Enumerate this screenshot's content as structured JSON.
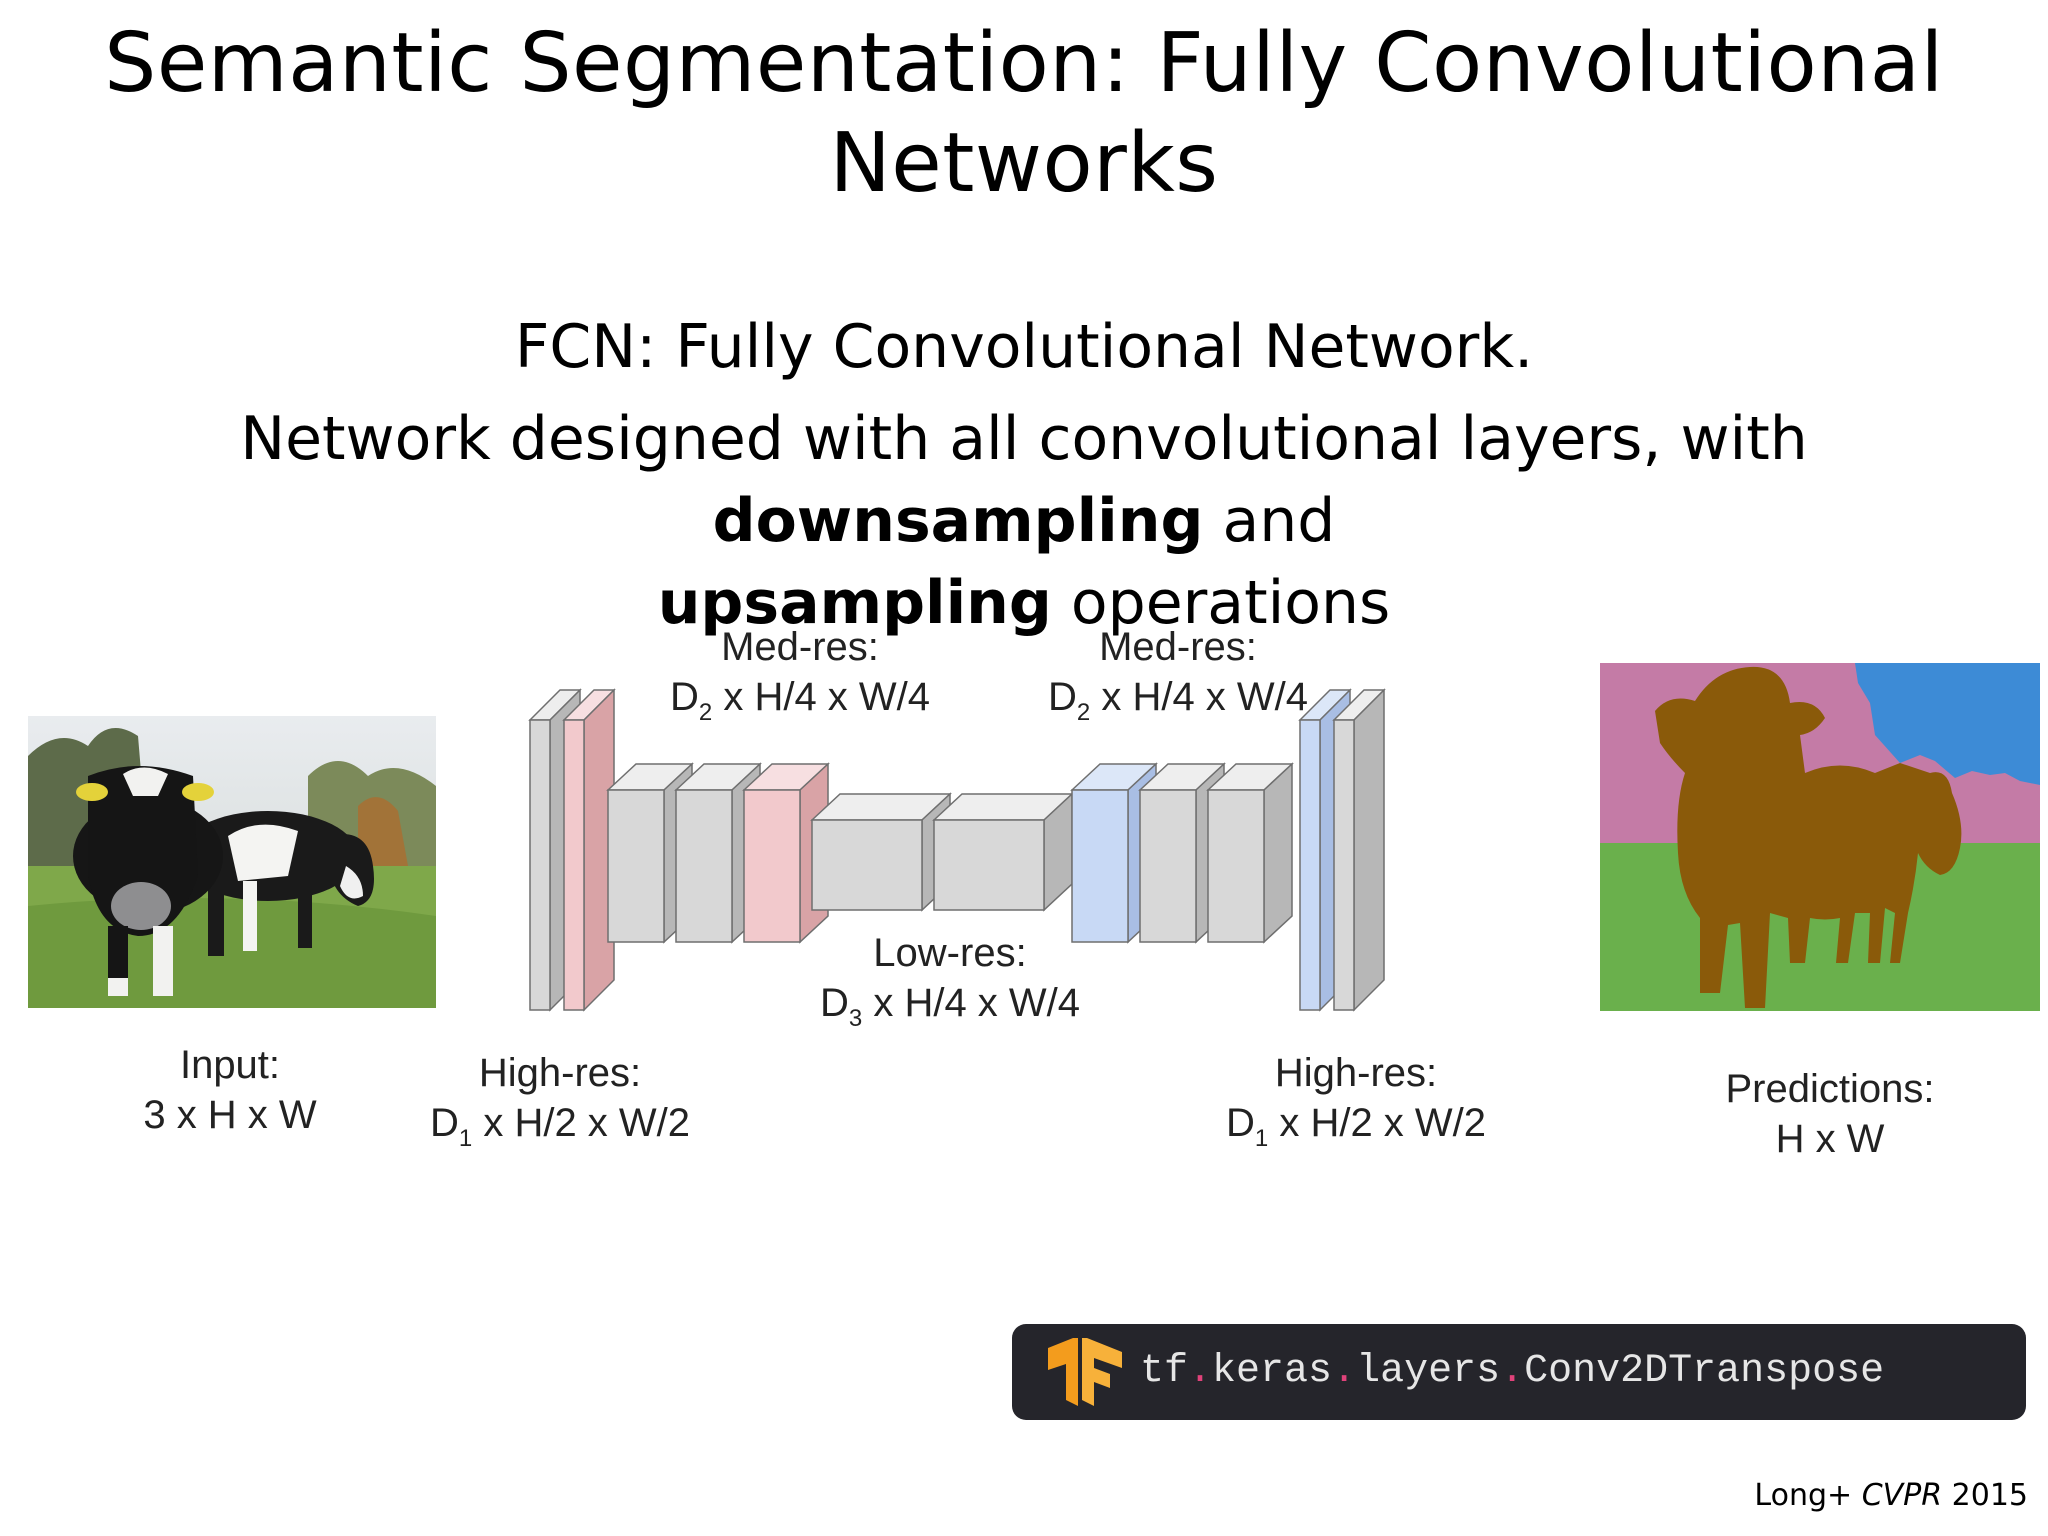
{
  "title": "Semantic Segmentation: Fully Convolutional Networks",
  "subtitle": "FCN: Fully Convolutional Network.",
  "description": {
    "part1": "Network designed with all convolutional layers, with ",
    "bold1": "downsampling",
    "part2": " and",
    "bold2": "upsampling",
    "part3": " operations"
  },
  "labels": {
    "input": {
      "line1": "Input:",
      "line2": "3 x H x W"
    },
    "high_res_left": {
      "line1": "High-res:",
      "sym": "D",
      "sub": "1",
      "rest": " x H/2 x W/2"
    },
    "med_res_left": {
      "line1": "Med-res:",
      "sym": "D",
      "sub": "2",
      "rest": " x H/4 x W/4"
    },
    "low_res": {
      "line1": "Low-res:",
      "sym": "D",
      "sub": "3",
      "rest": " x H/4 x W/4"
    },
    "med_res_right": {
      "line1": "Med-res:",
      "sym": "D",
      "sub": "2",
      "rest": " x H/4 x W/4"
    },
    "high_res_right": {
      "line1": "High-res:",
      "sym": "D",
      "sub": "1",
      "rest": " x H/2 x W/2"
    },
    "predictions": {
      "line1": "Predictions:",
      "line2": "H x W"
    }
  },
  "code": {
    "p1": "tf",
    "p2": "keras",
    "p3": "layers",
    "p4": "Conv2DTranspose",
    "sep": "."
  },
  "citation": {
    "author": "Long+ ",
    "venue": "CVPR",
    "year": " 2015"
  },
  "colors": {
    "gray_front": "#d8d8d8",
    "gray_top": "#eeeeee",
    "gray_side": "#b7b7b7",
    "pink_front": "#f2c9cc",
    "pink_side": "#d9a3a6",
    "blue_front": "#c8d9f5",
    "blue_side": "#a9bee4",
    "pred_pink": "#c47ba6",
    "pred_blue": "#3d8bd6",
    "pred_green": "#6ab04c",
    "pred_brown": "#8a5a0a",
    "tf_orange": "#f39c1d"
  }
}
